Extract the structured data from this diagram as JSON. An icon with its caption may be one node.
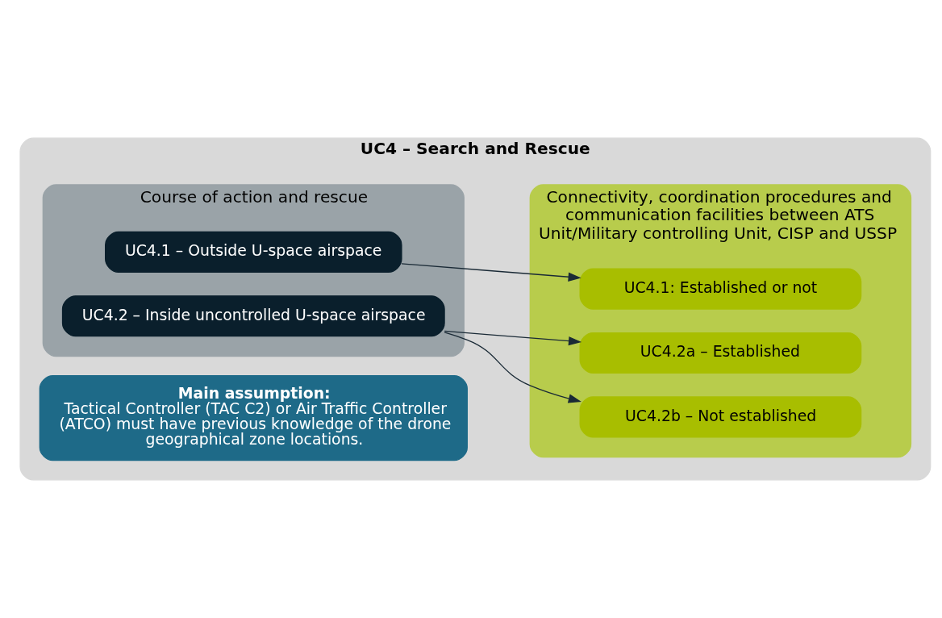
{
  "diagram": {
    "nodes": [
      {
        "text": [
          "UC4 – Search and Rescue"
        ]
      },
      {
        "text": [
          "Course of action and rescue"
        ],
        "in": 0
      },
      {
        "text": [
          "UC4.1 – Outside U-space airspace"
        ],
        "in": 1
      },
      {
        "text": [
          "UC4.2 – Inside uncontrolled U-space airspace"
        ],
        "in": 1
      },
      {
        "text": [
          "Connectivity, coordination procedures and communication facilities between ATS Unit/Military controlling Unit, CISP and USSP"
        ],
        "in": 0
      },
      {
        "text": [
          "UC4.1: Established or not"
        ],
        "in": 4
      },
      {
        "text": [
          "UC4.2a – Established"
        ],
        "in": 4
      },
      {
        "text": [
          "UC4.2b – Not established"
        ],
        "in": 4
      },
      {
        "text": [
          "Main assumption:",
          "Tactical Controller (TAC C2) or Air Traffic Controller (ATCO) must have previous knowledge of the drone geographical zone locations."
        ],
        "in": 0
      }
    ],
    "edges": [
      {
        "from": 2,
        "to": 5,
        "arrow": "to"
      },
      {
        "from": 3,
        "to": 6,
        "arrow": "to"
      },
      {
        "from": 3,
        "to": 7,
        "arrow": "to"
      }
    ]
  }
}
